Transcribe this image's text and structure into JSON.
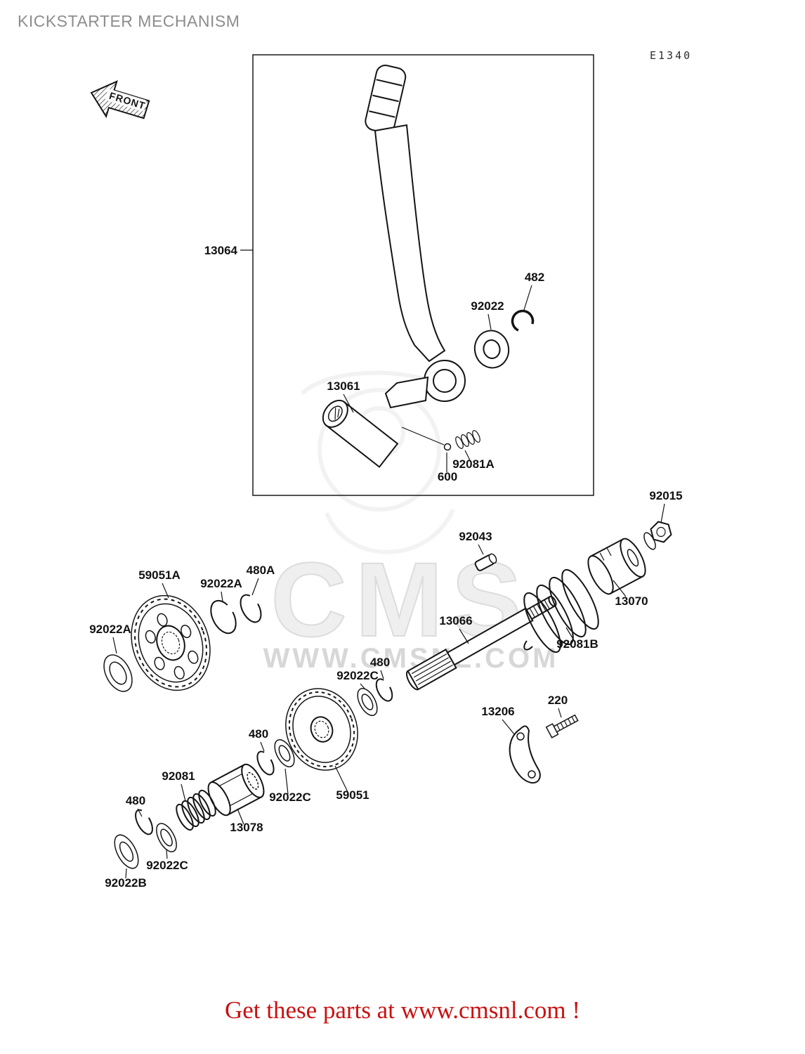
{
  "header": {
    "title": "KICKSTARTER MECHANISM",
    "diagram_code": "E1340",
    "front_marker": "FRONT"
  },
  "watermark": {
    "brand": "CMS",
    "url": "WWW.CMSNL.COM"
  },
  "footer": {
    "text": "Get these parts at www.cmsnl.com !"
  },
  "part_labels": [
    "13064",
    "482",
    "92022",
    "13061",
    "92081A",
    "600",
    "92015",
    "92043",
    "13070",
    "13066",
    "92081B",
    "59051A",
    "92022A",
    "480A",
    "92022A",
    "480",
    "92022C",
    "13206",
    "220",
    "480",
    "92022C",
    "59051",
    "13078",
    "92081",
    "480",
    "92022C",
    "92022B"
  ]
}
